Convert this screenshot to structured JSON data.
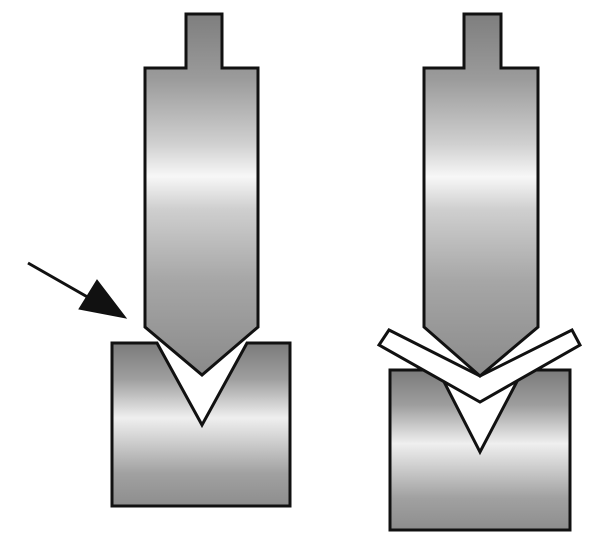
{
  "diagram": {
    "type": "press-brake-v-bending-illustration",
    "panels": [
      {
        "name": "before-bending",
        "parts": [
          "punch",
          "v-die",
          "pointer-arrow"
        ]
      },
      {
        "name": "during-bending",
        "parts": [
          "punch",
          "v-die",
          "bent-sheet"
        ]
      }
    ],
    "colors": {
      "outline": "#111111",
      "metal_dark": "#7a7a7a",
      "metal_mid": "#a9a9a9",
      "metal_light": "#f2f2f2",
      "sheet_fill": "#ffffff"
    }
  }
}
